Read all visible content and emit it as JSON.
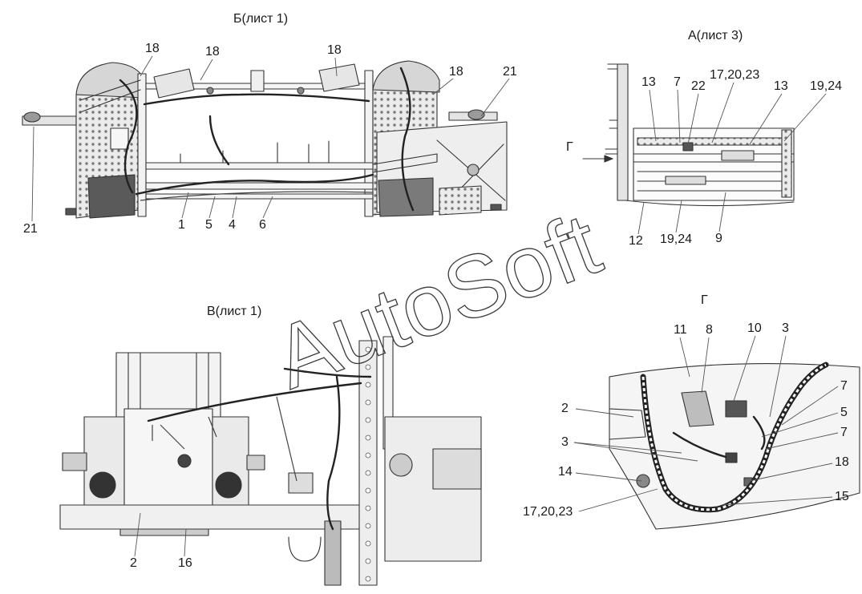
{
  "views": {
    "b": {
      "title": "Б(лист 1)",
      "callouts": [
        "18",
        "18",
        "18",
        "18",
        "21",
        "21",
        "1",
        "5",
        "4",
        "6"
      ]
    },
    "a": {
      "title": "А(лист 3)",
      "arrow_label": "Г",
      "callouts": [
        "13",
        "7",
        "22",
        "17,20,23",
        "13",
        "19,24",
        "12",
        "19,24",
        "9"
      ]
    },
    "v": {
      "title": "В(лист 1)",
      "callouts": [
        "2",
        "16"
      ]
    },
    "g": {
      "title": "Г",
      "callouts": [
        "11",
        "8",
        "10",
        "3",
        "7",
        "5",
        "7",
        "18",
        "15",
        "2",
        "3",
        "14",
        "17,20,23"
      ]
    }
  },
  "watermark": "AutoSoft"
}
